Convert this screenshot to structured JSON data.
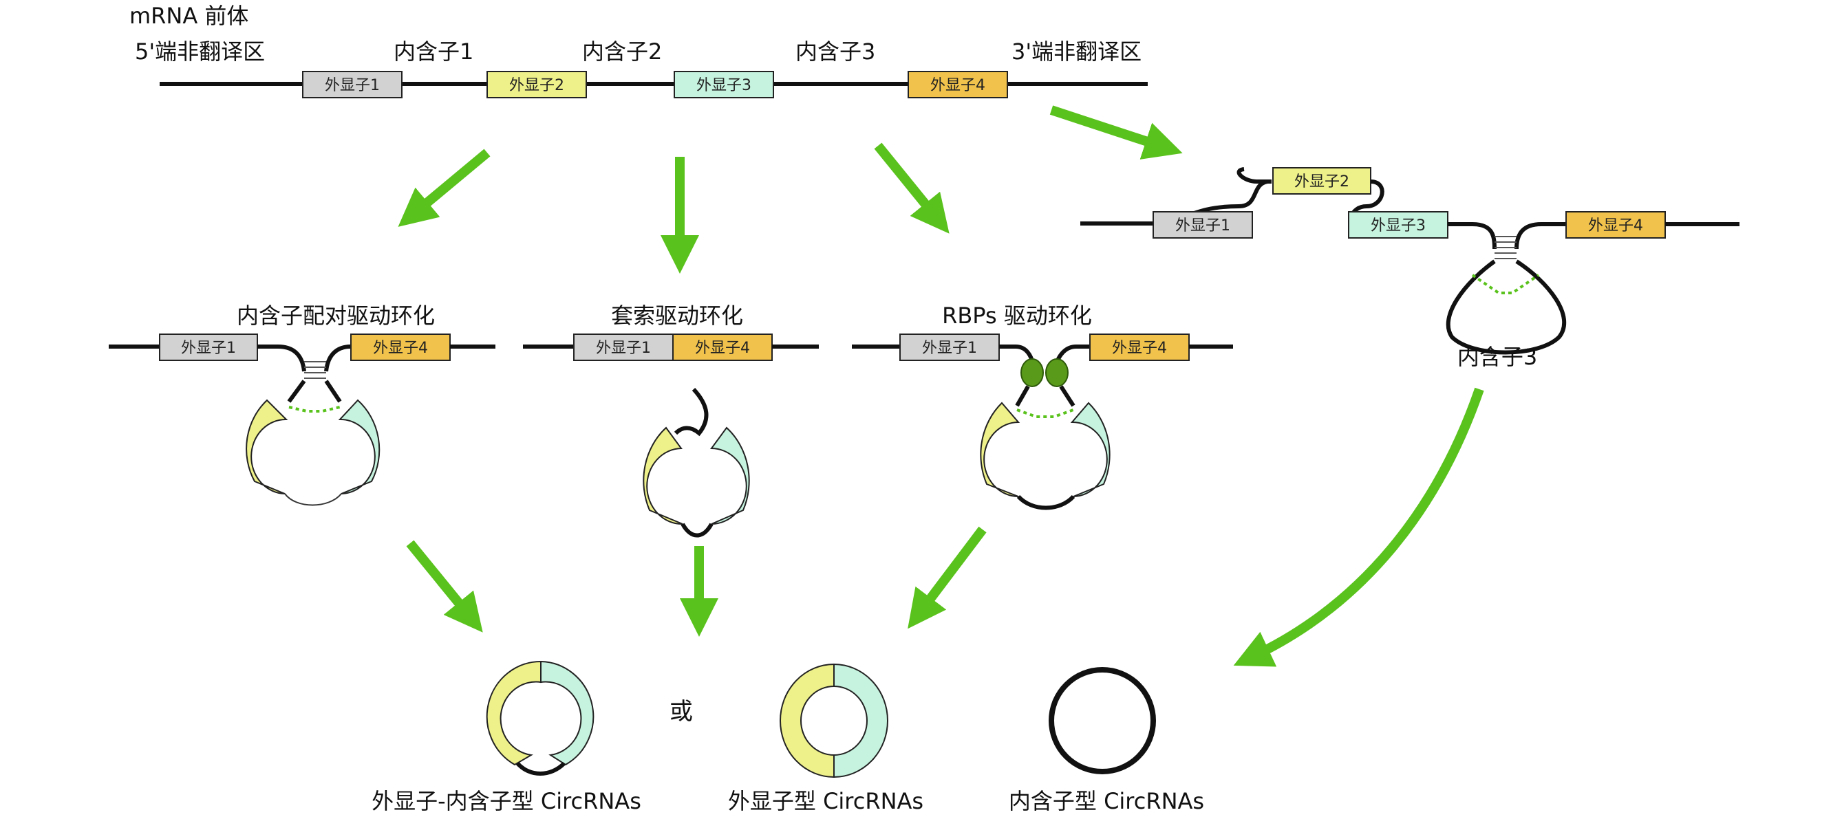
{
  "title": "mRNA 前体",
  "top": {
    "utr5": "5'端非翻译区",
    "utr3": "3'端非翻译区",
    "intron1": "内含子1",
    "intron2": "内含子2",
    "intron3": "内含子3"
  },
  "exons": {
    "e1": "外显子1",
    "e2": "外显子2",
    "e3": "外显子3",
    "e4": "外显子4",
    "e2_arc": "外显子2",
    "e3_arc": "外显子3"
  },
  "mechanisms": {
    "intron_pairing": "内含子配对驱动环化",
    "lariat": "套索驱动环化",
    "rbp": "RBPs 驱动环化"
  },
  "intron3_loop_label": "内含子3",
  "or_label": "或",
  "products": {
    "eicirc": "外显子-内含子型 CircRNAs",
    "ecirc": "外显子型 CircRNAs",
    "cirsirc": "内含子型 CircRNAs"
  },
  "colors": {
    "exon1": "#d2d2d2",
    "exon2": "#eef08a",
    "exon3": "#c6f3df",
    "exon4": "#f2c34c",
    "arrow": "#5ac21c",
    "rbp": "#5a9a1a",
    "line": "#111111"
  }
}
